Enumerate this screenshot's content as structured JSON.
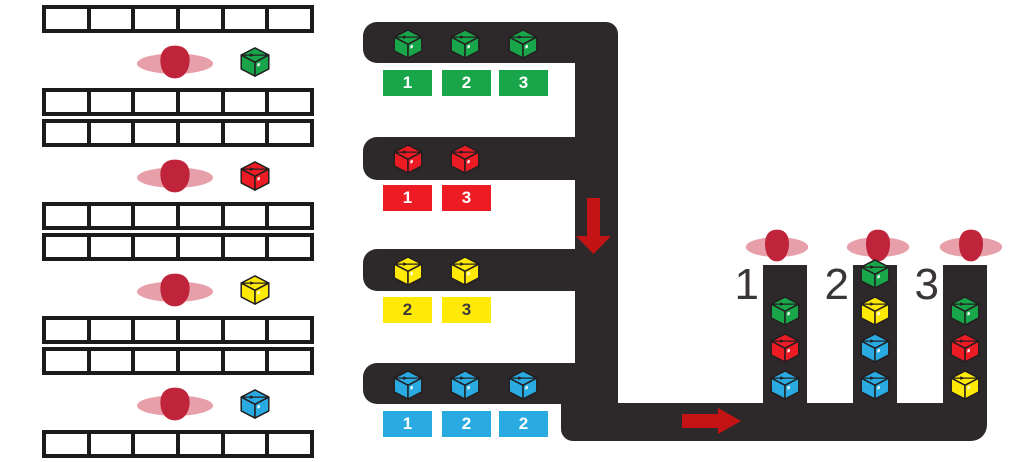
{
  "palette": {
    "background": "#ffffff",
    "conveyor": "#2d292a",
    "arrow": "#c31314",
    "shelf_border": "#1b1b1b",
    "person_body": "#e7a0aa",
    "person_head": "#c0243a",
    "lane_number_color": "#3a3637",
    "box_colors": {
      "green": "#19a64b",
      "red": "#ed1c24",
      "yellow": "#ffe906",
      "blue": "#29abe2"
    },
    "label_text_colors": {
      "green": "#ffffff",
      "red": "#ffffff",
      "yellow": "#3a3a3a",
      "blue": "#ffffff"
    }
  },
  "storage_area": {
    "shelf_rows": 8,
    "cells_per_row": 6,
    "pickers": [
      {
        "icon": "person-icon",
        "box": "green"
      },
      {
        "icon": "person-icon",
        "box": "red"
      },
      {
        "icon": "person-icon",
        "box": "yellow"
      },
      {
        "icon": "person-icon",
        "box": "blue"
      }
    ]
  },
  "staging_belts": [
    {
      "color": "green",
      "boxes_on_belt": 3,
      "order_labels": [
        "1",
        "2",
        "3"
      ]
    },
    {
      "color": "red",
      "boxes_on_belt": 2,
      "order_labels": [
        "1",
        "3"
      ]
    },
    {
      "color": "yellow",
      "boxes_on_belt": 2,
      "order_labels": [
        "2",
        "3"
      ]
    },
    {
      "color": "blue",
      "boxes_on_belt": 3,
      "order_labels": [
        "1",
        "2",
        "2"
      ]
    }
  ],
  "flow": {
    "down_arrow": "down-arrow-icon",
    "right_arrow": "right-arrow-icon"
  },
  "order_lanes": [
    {
      "number": "1",
      "worker": "person-icon",
      "boxes": [
        "green",
        "red",
        "blue"
      ]
    },
    {
      "number": "2",
      "worker": "person-icon",
      "boxes": [
        "green",
        "yellow",
        "blue",
        "blue"
      ]
    },
    {
      "number": "3",
      "worker": "person-icon",
      "boxes": [
        "green",
        "red",
        "yellow"
      ]
    }
  ]
}
